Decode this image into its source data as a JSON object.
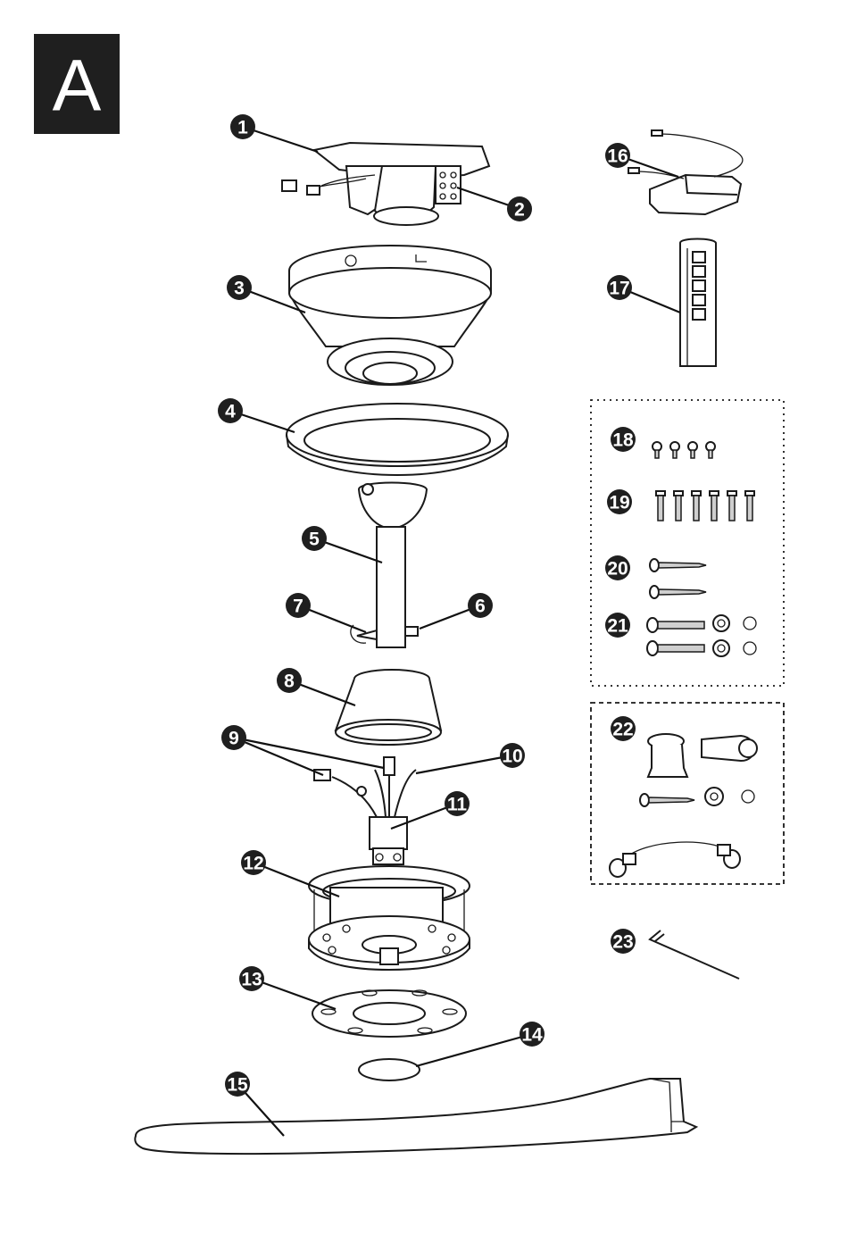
{
  "section_label": "A",
  "callouts": [
    {
      "num": "1"
    },
    {
      "num": "2"
    },
    {
      "num": "3"
    },
    {
      "num": "4"
    },
    {
      "num": "5"
    },
    {
      "num": "6"
    },
    {
      "num": "7"
    },
    {
      "num": "8"
    },
    {
      "num": "9"
    },
    {
      "num": "10"
    },
    {
      "num": "11"
    },
    {
      "num": "12"
    },
    {
      "num": "13"
    },
    {
      "num": "14"
    },
    {
      "num": "15"
    },
    {
      "num": "16"
    },
    {
      "num": "17"
    },
    {
      "num": "18"
    },
    {
      "num": "19"
    },
    {
      "num": "20"
    },
    {
      "num": "21"
    },
    {
      "num": "22"
    },
    {
      "num": "23"
    }
  ],
  "colors": {
    "ink": "#1a1a1a",
    "badge": "#1f1f1f",
    "paper": "#ffffff"
  }
}
